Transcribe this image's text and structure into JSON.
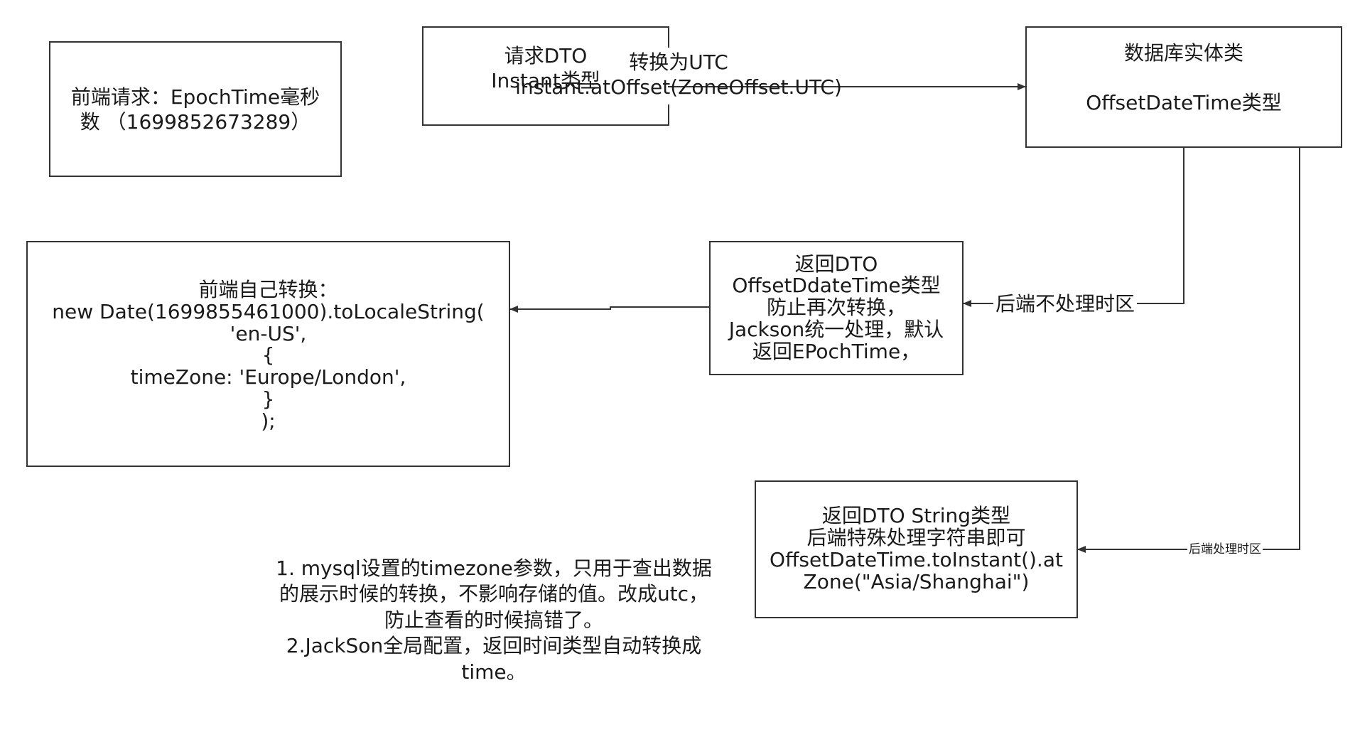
{
  "nodes": {
    "frontend_request": "前端请求：EpochTime毫秒\n数   （1699852673289）",
    "request_dto": "请求DTO\nInstant类型",
    "db_entity": "数据库实体类\n\nOffsetDateTime类型",
    "frontend_convert": "前端自己转换：\nnew Date(1699855461000).toLocaleString(\n'en-US',\n{\ntimeZone: 'Europe/London',\n}\n);",
    "return_dto_offset": "返回DTO\nOffsetDdateTime类型\n防止再次转换，\nJackson统一处理，默认\n返回EPochTime，",
    "return_dto_string": "返回DTO String类型\n后端特殊处理字符串即可\nOffsetDateTime.toInstant().at\nZone(\"Asia/Shanghai\")"
  },
  "edges": {
    "to_utc_label": "转换为UTC\ninstant.atOffset(ZoneOffset.UTC)",
    "backend_no_tz_label": "后端不处理时区",
    "backend_tz_label": "后端处理时区"
  },
  "notes": {
    "bottom_note": "1. mysql设置的timezone参数，只用于查出数据\n的展示时候的转换，不影响存储的值。改成utc，\n防止查看的时候搞错了。\n2.JackSon全局配置，返回时间类型自动转换成\ntime。"
  },
  "colors": {
    "stroke": "#333333",
    "text": "#1a1a1a",
    "background": "#ffffff"
  }
}
